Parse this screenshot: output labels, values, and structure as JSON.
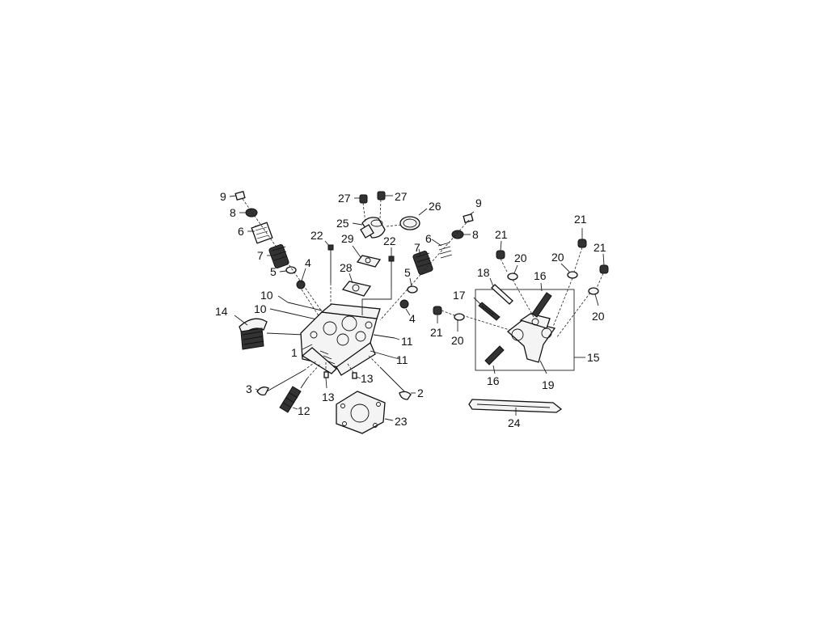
{
  "labels": {
    "l1": "1",
    "l2": "2",
    "l3": "3",
    "l4a": "4",
    "l4b": "4",
    "l5a": "5",
    "l5b": "5",
    "l6a": "6",
    "l6b": "6",
    "l7a": "7",
    "l7b": "7",
    "l8a": "8",
    "l8b": "8",
    "l9a": "9",
    "l9b": "9",
    "l10a": "10",
    "l10b": "10",
    "l11a": "11",
    "l11b": "11",
    "l12": "12",
    "l13a": "13",
    "l13b": "13",
    "l14": "14",
    "l15": "15",
    "l16a": "16",
    "l16b": "16",
    "l17": "17",
    "l18": "18",
    "l19": "19",
    "l20a": "20",
    "l20b": "20",
    "l20c": "20",
    "l20d": "20",
    "l21a": "21",
    "l21b": "21",
    "l21c": "21",
    "l22a": "22",
    "l22b": "22",
    "l23": "23",
    "l24": "24",
    "l25": "25",
    "l26": "26",
    "l27a": "27",
    "l27b": "27",
    "l28": "28",
    "l29": "29"
  }
}
